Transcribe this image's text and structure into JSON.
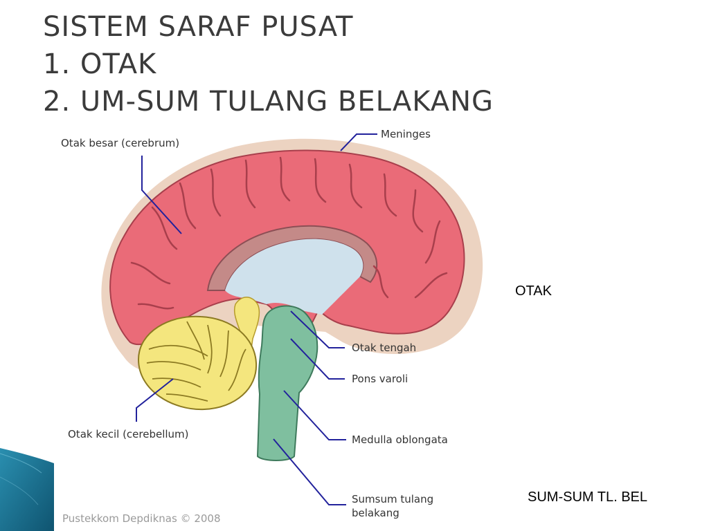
{
  "slide": {
    "title_lines": [
      "SISTEM SARAF PUSAT",
      "1. OTAK",
      "2. UM-SUM TULANG BELAKANG"
    ],
    "notes": {
      "otak": "OTAK",
      "sumsum": "SUM-SUM TL. BEL"
    }
  },
  "diagram": {
    "labels": {
      "cerebrum": "Otak besar (cerebrum)",
      "meninges": "Meninges",
      "midbrain": "Otak tengah",
      "pons": "Pons varoli",
      "cerebellum": "Otak kecil (cerebellum)",
      "medulla": "Medulla oblongata",
      "spinal_cord_line1": "Sumsum tulang",
      "spinal_cord_line2": "belakang"
    },
    "credit": "Pustekkom Depdiknas © 2008"
  },
  "colors": {
    "title": "#3b3b3b",
    "cerebrum": "#ea6b78",
    "meninges": "#ecd3c1",
    "cerebellum": "#f4e67e",
    "brainstem": "#7fbf9f",
    "ventricle": "#cfe1ec",
    "leader_lines": "#22229c",
    "corner_accent": "#1b6f8d"
  },
  "icons": [
    "brain-illustration",
    "corner-wave-accent"
  ]
}
